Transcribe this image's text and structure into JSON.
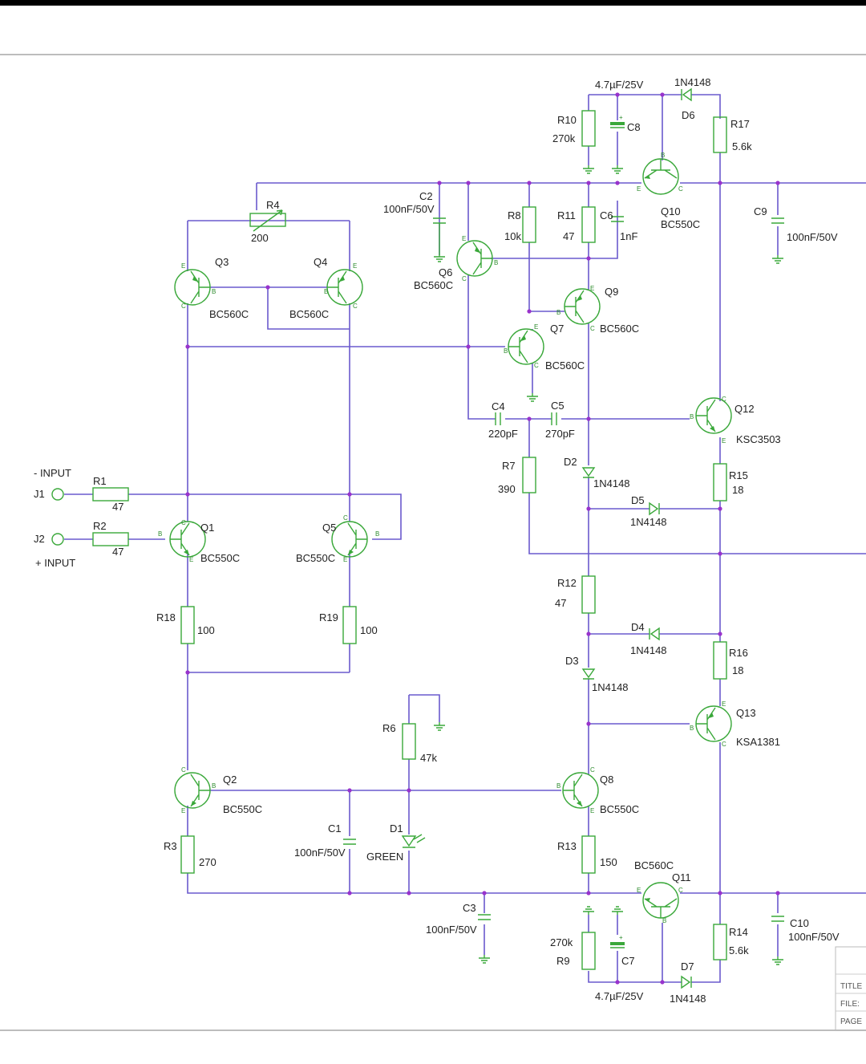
{
  "inputs": {
    "j1": "J1",
    "j2": "J2",
    "minus_input": "- INPUT",
    "plus_input": "+ INPUT"
  },
  "resistors": {
    "r1": {
      "ref": "R1",
      "val": "47"
    },
    "r2": {
      "ref": "R2",
      "val": "47"
    },
    "r3": {
      "ref": "R3",
      "val": "270"
    },
    "r4": {
      "ref": "R4",
      "val": "200"
    },
    "r6": {
      "ref": "R6",
      "val": "47k"
    },
    "r7": {
      "ref": "R7",
      "val": "390"
    },
    "r8": {
      "ref": "R8",
      "val": "10k"
    },
    "r9": {
      "ref": "R9",
      "val": "270k"
    },
    "r10": {
      "ref": "R10",
      "val": "270k"
    },
    "r11": {
      "ref": "R11",
      "val": "47"
    },
    "r12": {
      "ref": "R12",
      "val": "47"
    },
    "r13": {
      "ref": "R13",
      "val": "150"
    },
    "r14": {
      "ref": "R14",
      "val": "5.6k"
    },
    "r15": {
      "ref": "R15",
      "val": "18"
    },
    "r16": {
      "ref": "R16",
      "val": "18"
    },
    "r17": {
      "ref": "R17",
      "val": "5.6k"
    },
    "r18": {
      "ref": "R18",
      "val": "100"
    },
    "r19": {
      "ref": "R19",
      "val": "100"
    }
  },
  "capacitors": {
    "c1": {
      "ref": "C1",
      "val": "100nF/50V"
    },
    "c2": {
      "ref": "C2",
      "val": "100nF/50V"
    },
    "c3": {
      "ref": "C3",
      "val": "100nF/50V"
    },
    "c4": {
      "ref": "C4",
      "val": "220pF"
    },
    "c5": {
      "ref": "C5",
      "val": "270pF"
    },
    "c6": {
      "ref": "C6",
      "val": "1nF"
    },
    "c7": {
      "ref": "C7",
      "val": "4.7µF/25V"
    },
    "c8": {
      "ref": "C8",
      "val": "4.7µF/25V"
    },
    "c9": {
      "ref": "C9",
      "val": "100nF/50V"
    },
    "c10": {
      "ref": "C10",
      "val": "100nF/50V"
    }
  },
  "diodes": {
    "d1": {
      "ref": "D1",
      "val": "GREEN"
    },
    "d2": {
      "ref": "D2",
      "val": "1N4148"
    },
    "d3": {
      "ref": "D3",
      "val": "1N4148"
    },
    "d4": {
      "ref": "D4",
      "val": "1N4148"
    },
    "d5": {
      "ref": "D5",
      "val": "1N4148"
    },
    "d6": {
      "ref": "D6",
      "val": "1N4148"
    },
    "d7": {
      "ref": "D7",
      "val": "1N4148"
    }
  },
  "transistors": {
    "q1": {
      "ref": "Q1",
      "val": "BC550C"
    },
    "q2": {
      "ref": "Q2",
      "val": "BC550C"
    },
    "q3": {
      "ref": "Q3",
      "val": "BC560C"
    },
    "q4": {
      "ref": "Q4",
      "val": "BC560C"
    },
    "q5": {
      "ref": "Q5",
      "val": "BC550C"
    },
    "q6": {
      "ref": "Q6",
      "val": "BC560C"
    },
    "q7": {
      "ref": "Q7",
      "val": "BC560C"
    },
    "q8": {
      "ref": "Q8",
      "val": "BC550C"
    },
    "q9": {
      "ref": "Q9",
      "val": "BC560C"
    },
    "q10": {
      "ref": "Q10",
      "val": "BC550C"
    },
    "q11": {
      "ref": "Q11",
      "val": "BC560C"
    },
    "q12": {
      "ref": "Q12",
      "val": "KSC3503"
    },
    "q13": {
      "ref": "Q13",
      "val": "KSA1381"
    }
  },
  "title_block": {
    "title": "TITLE",
    "file": "FILE:",
    "page": "PAGE"
  },
  "colors": {
    "wire": "#6a5acd",
    "component": "#3aa83a",
    "junction": "#9933cc"
  }
}
